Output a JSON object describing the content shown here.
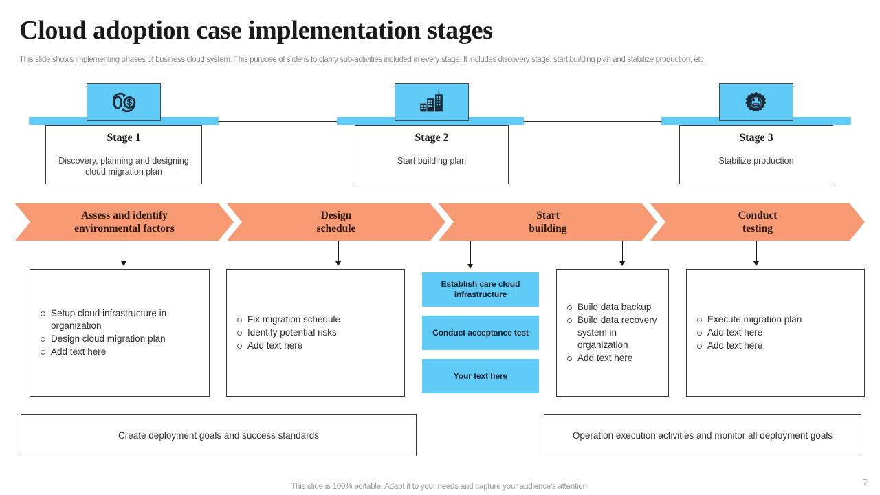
{
  "header": {
    "title": "Cloud adoption case implementation stages",
    "subtitle": "This slide shows implementing phases of business cloud system. This purpose of slide is to clarify sub-activities included in every stage. It includes discovery stage, start building plan and stabilize production, etc."
  },
  "colors": {
    "accent_blue": "#5FCBF6",
    "accent_orange": "#F79A74",
    "border": "#3A3A3A",
    "text_muted": "#8A8A8A"
  },
  "stages": [
    {
      "icon": "currency-exchange-icon",
      "name": "Stage 1",
      "desc": "Discovery, planning and designing cloud migration plan"
    },
    {
      "icon": "city-buildings-icon",
      "name": "Stage 2",
      "desc": "Start building plan"
    },
    {
      "icon": "gear-settings-icon",
      "name": "Stage 3",
      "desc": "Stabilize production"
    }
  ],
  "chevrons": [
    {
      "line1": "Assess and identify",
      "line2": "environmental factors"
    },
    {
      "line1": "Design",
      "line2": "schedule"
    },
    {
      "line1": "Start",
      "line2": "building"
    },
    {
      "line1": "Conduct",
      "line2": "testing"
    }
  ],
  "details": [
    {
      "type": "list",
      "items": [
        "Setup cloud infrastructure in organization",
        "Design cloud migration plan",
        "Add text here"
      ]
    },
    {
      "type": "list",
      "items": [
        "Fix migration schedule",
        "Identify potential risks",
        "Add text here"
      ]
    },
    {
      "type": "blocks",
      "items": [
        "Establish care cloud infrastructure",
        "Conduct acceptance test",
        "Your text here"
      ]
    },
    {
      "type": "list",
      "items": [
        "Build data backup",
        "Build data recovery system in organization",
        "Add text here"
      ]
    },
    {
      "type": "list",
      "items": [
        "Execute migration plan",
        "Add text here",
        "Add text here"
      ]
    }
  ],
  "summaries": [
    "Create deployment goals and success standards",
    "Operation execution activities and monitor all deployment goals"
  ],
  "footer": {
    "note": "This slide is 100% editable. Adapt it to your needs and capture your audience's attention.",
    "page_number": "7"
  }
}
